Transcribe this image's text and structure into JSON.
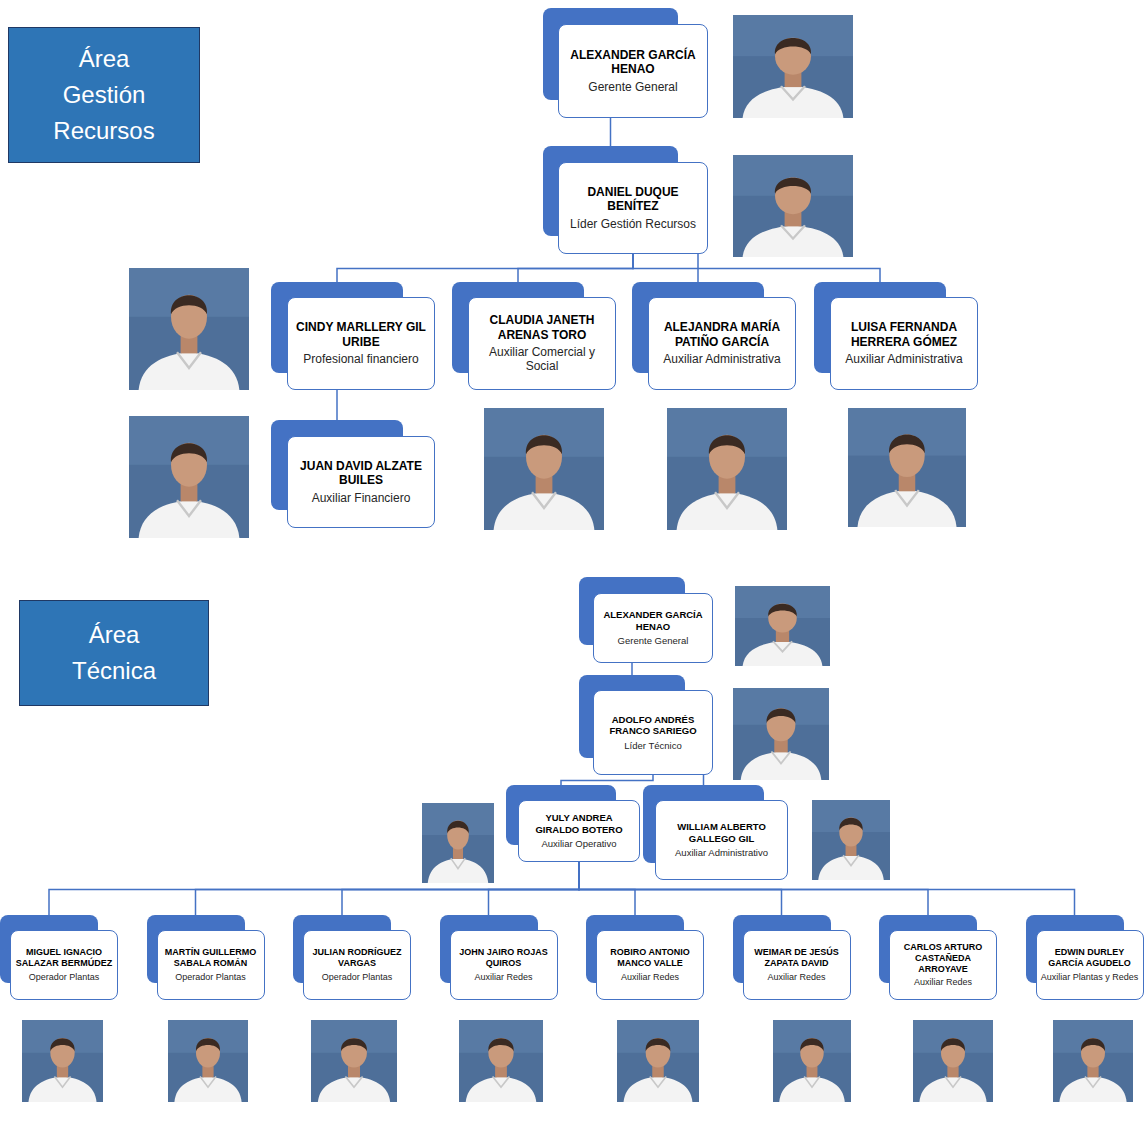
{
  "diagram": {
    "nodes": [
      {
        "text": [
          "Área Gestión Recursos"
        ]
      },
      {
        "text": [
          "ALEXANDER GARCÍA HENAO",
          "Gerente General"
        ]
      },
      {
        "text": [
          "DANIEL DUQUE BENÍTEZ",
          "Líder Gestión Recursos"
        ]
      },
      {
        "text": [
          "CINDY MARLLERY GIL URIBE",
          "Profesional financiero"
        ]
      },
      {
        "text": [
          "CLAUDIA JANETH ARENAS TORO",
          "Auxiliar Comercial y Social"
        ]
      },
      {
        "text": [
          "ALEJANDRA MARÍA PATIÑO GARCÍA",
          "Auxiliar Administrativa"
        ]
      },
      {
        "text": [
          "LUISA FERNANDA HERRERA GÓMEZ",
          "Auxiliar Administrativa"
        ]
      },
      {
        "text": [
          "JUAN DAVID ALZATE BUILES",
          "Auxiliar Financiero"
        ]
      },
      {
        "text": [
          "Área Técnica"
        ]
      },
      {
        "text": [
          "ALEXANDER GARCÍA HENAO",
          "Gerente General"
        ]
      },
      {
        "text": [
          "ADOLFO ANDRÉS FRANCO SARIEGO",
          "Líder Técnico"
        ]
      },
      {
        "text": [
          "YULY ANDREA GIRALDO BOTERO",
          "Auxiliar Operativo"
        ]
      },
      {
        "text": [
          "WILLIAM ALBERTO GALLEGO GIL",
          "Auxiliar Administrativo"
        ]
      },
      {
        "text": [
          "MIGUEL IGNACIO SALAZAR BERMÚDEZ",
          "Operador Plantas"
        ]
      },
      {
        "text": [
          "MARTÍN GUILLERMO SABALA ROMÁN",
          "Operador Plantas"
        ]
      },
      {
        "text": [
          "JULIAN RODRÍGUEZ VARGAS",
          "Operador Plantas"
        ]
      },
      {
        "text": [
          "JOHN JAIRO ROJAS QUIROS",
          "Auxiliar Redes"
        ]
      },
      {
        "text": [
          "ROBIRO ANTONIO MANCO VALLE",
          "Auxiliar Redes"
        ]
      },
      {
        "text": [
          "WEIMAR DE JESÚS ZAPATA DAVID",
          "Auxiliar Redes"
        ]
      },
      {
        "text": [
          "CARLOS ARTURO CASTAÑEDA ARROYAVE",
          "Auxiliar Redes"
        ]
      },
      {
        "text": [
          "EDWIN DURLEY GARCÍA AGUDELO",
          "Auxiliar Plantas y Redes"
        ]
      }
    ],
    "edges": [
      {
        "from": 1,
        "to": 2,
        "arrow": "none"
      },
      {
        "from": 2,
        "to": 3,
        "arrow": "none"
      },
      {
        "from": 2,
        "to": 4,
        "arrow": "none"
      },
      {
        "from": 2,
        "to": 5,
        "arrow": "none"
      },
      {
        "from": 2,
        "to": 6,
        "arrow": "none"
      },
      {
        "from": 3,
        "to": 7,
        "arrow": "none"
      },
      {
        "from": 9,
        "to": 10,
        "arrow": "none"
      },
      {
        "from": 10,
        "to": 11,
        "arrow": "none"
      },
      {
        "from": 10,
        "to": 12,
        "arrow": "none"
      },
      {
        "from": 11,
        "to": 13,
        "arrow": "none"
      },
      {
        "from": 11,
        "to": 14,
        "arrow": "none"
      },
      {
        "from": 11,
        "to": 15,
        "arrow": "none"
      },
      {
        "from": 11,
        "to": 16,
        "arrow": "none"
      },
      {
        "from": 11,
        "to": 17,
        "arrow": "none"
      },
      {
        "from": 11,
        "to": 18,
        "arrow": "none"
      },
      {
        "from": 11,
        "to": 19,
        "arrow": "none"
      },
      {
        "from": 11,
        "to": 20,
        "arrow": "none"
      }
    ]
  }
}
